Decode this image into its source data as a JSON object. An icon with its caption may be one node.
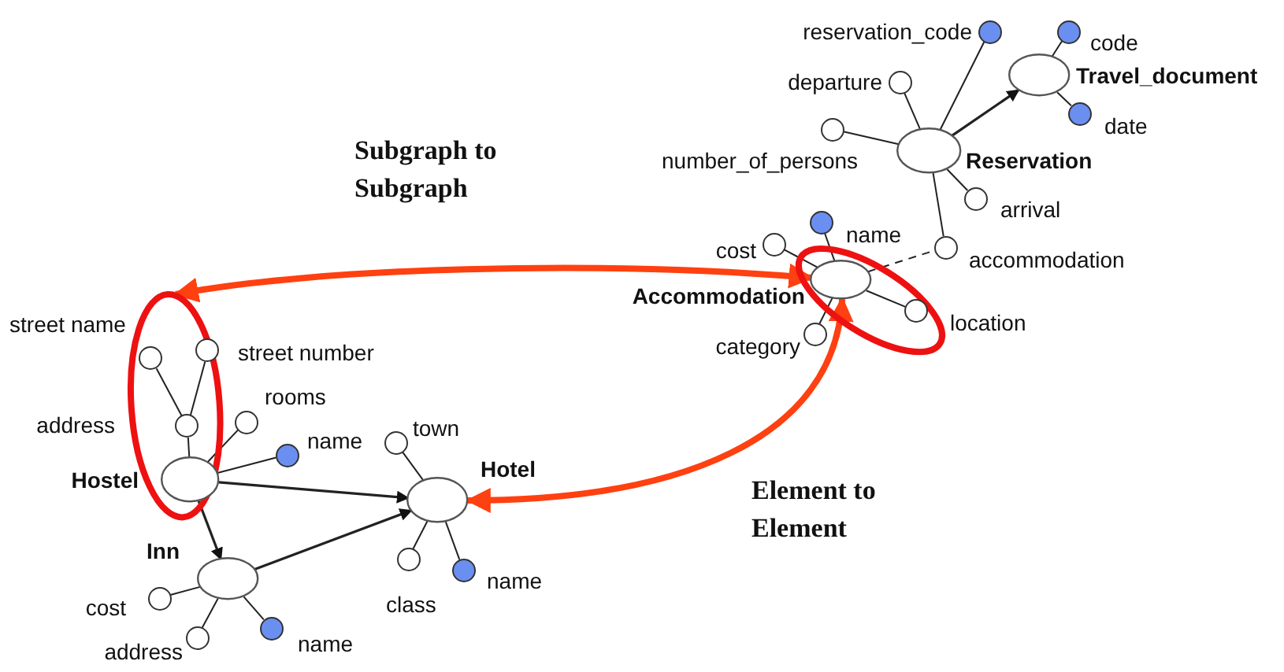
{
  "diagram": {
    "nodes": [
      {
        "text": [
          "reservation_code"
        ]
      },
      {
        "text": [
          "code"
        ]
      },
      {
        "text": [
          "Travel_document"
        ]
      },
      {
        "text": [
          "departure"
        ]
      },
      {
        "text": [
          "date"
        ]
      },
      {
        "text": [
          "number_of_persons"
        ]
      },
      {
        "text": [
          "Reservation"
        ]
      },
      {
        "text": [
          "arrival"
        ]
      },
      {
        "text": [
          "name"
        ]
      },
      {
        "text": [
          "cost"
        ]
      },
      {
        "text": [
          "accommodation"
        ]
      },
      {
        "text": [],
        "shape": "ellipse"
      },
      {
        "text": [
          "Accommodation"
        ],
        "in": 11
      },
      {
        "text": [
          "location"
        ],
        "in": 11
      },
      {
        "text": [
          "category"
        ]
      },
      {
        "text": [],
        "shape": "ellipse"
      },
      {
        "text": [
          "street name"
        ],
        "in": 15
      },
      {
        "text": [
          "street number"
        ],
        "in": 15
      },
      {
        "text": [
          "rooms"
        ]
      },
      {
        "text": [
          "address"
        ],
        "in": 15
      },
      {
        "text": [
          "name"
        ]
      },
      {
        "text": [
          "Hostel"
        ],
        "in": 15
      },
      {
        "text": [
          "town"
        ]
      },
      {
        "text": [
          "Hotel"
        ]
      },
      {
        "text": [
          "Inn"
        ]
      },
      {
        "text": [
          "class"
        ]
      },
      {
        "text": [
          "name"
        ]
      },
      {
        "text": [
          "cost"
        ]
      },
      {
        "text": [
          "name"
        ]
      },
      {
        "text": [
          "address"
        ]
      }
    ],
    "edges": [
      {
        "from": 6,
        "to": 0,
        "arrow": "none"
      },
      {
        "from": 6,
        "to": 3,
        "arrow": "none"
      },
      {
        "from": 6,
        "to": 5,
        "arrow": "none"
      },
      {
        "from": 6,
        "to": 7,
        "arrow": "none"
      },
      {
        "from": 6,
        "to": 10,
        "arrow": "none"
      },
      {
        "from": 6,
        "to": 2,
        "arrow": "to"
      },
      {
        "from": 2,
        "to": 1,
        "arrow": "none"
      },
      {
        "from": 2,
        "to": 4,
        "arrow": "none"
      },
      {
        "from": 12,
        "to": 9,
        "arrow": "none"
      },
      {
        "from": 12,
        "to": 8,
        "arrow": "none"
      },
      {
        "from": 12,
        "to": 14,
        "arrow": "none"
      },
      {
        "from": 12,
        "to": 13,
        "arrow": "none"
      },
      {
        "from": 12,
        "to": 10,
        "arrow": "none",
        "style": "dashed"
      },
      {
        "from": 21,
        "to": 19,
        "arrow": "none"
      },
      {
        "from": 19,
        "to": 16,
        "arrow": "none"
      },
      {
        "from": 19,
        "to": 17,
        "arrow": "none"
      },
      {
        "from": 21,
        "to": 18,
        "arrow": "none"
      },
      {
        "from": 21,
        "to": 20,
        "arrow": "none"
      },
      {
        "from": 21,
        "to": 23,
        "arrow": "to"
      },
      {
        "from": 21,
        "to": 24,
        "arrow": "to"
      },
      {
        "from": 24,
        "to": 23,
        "arrow": "to"
      },
      {
        "from": 23,
        "to": 22,
        "arrow": "none"
      },
      {
        "from": 23,
        "to": 25,
        "arrow": "none"
      },
      {
        "from": 23,
        "to": 26,
        "arrow": "none"
      },
      {
        "from": 24,
        "to": 27,
        "arrow": "none"
      },
      {
        "from": 24,
        "to": 29,
        "arrow": "none"
      },
      {
        "from": 24,
        "to": 28,
        "arrow": "none"
      },
      {
        "from": 12,
        "to": 15,
        "arrow": "both",
        "style": "thick",
        "color": "#ff4010"
      },
      {
        "from": 23,
        "to": 12,
        "arrow": "both",
        "style": "thick",
        "color": "#ff4010"
      }
    ],
    "labels": [
      "Subgraph to Subgraph",
      "Element to Element"
    ]
  }
}
